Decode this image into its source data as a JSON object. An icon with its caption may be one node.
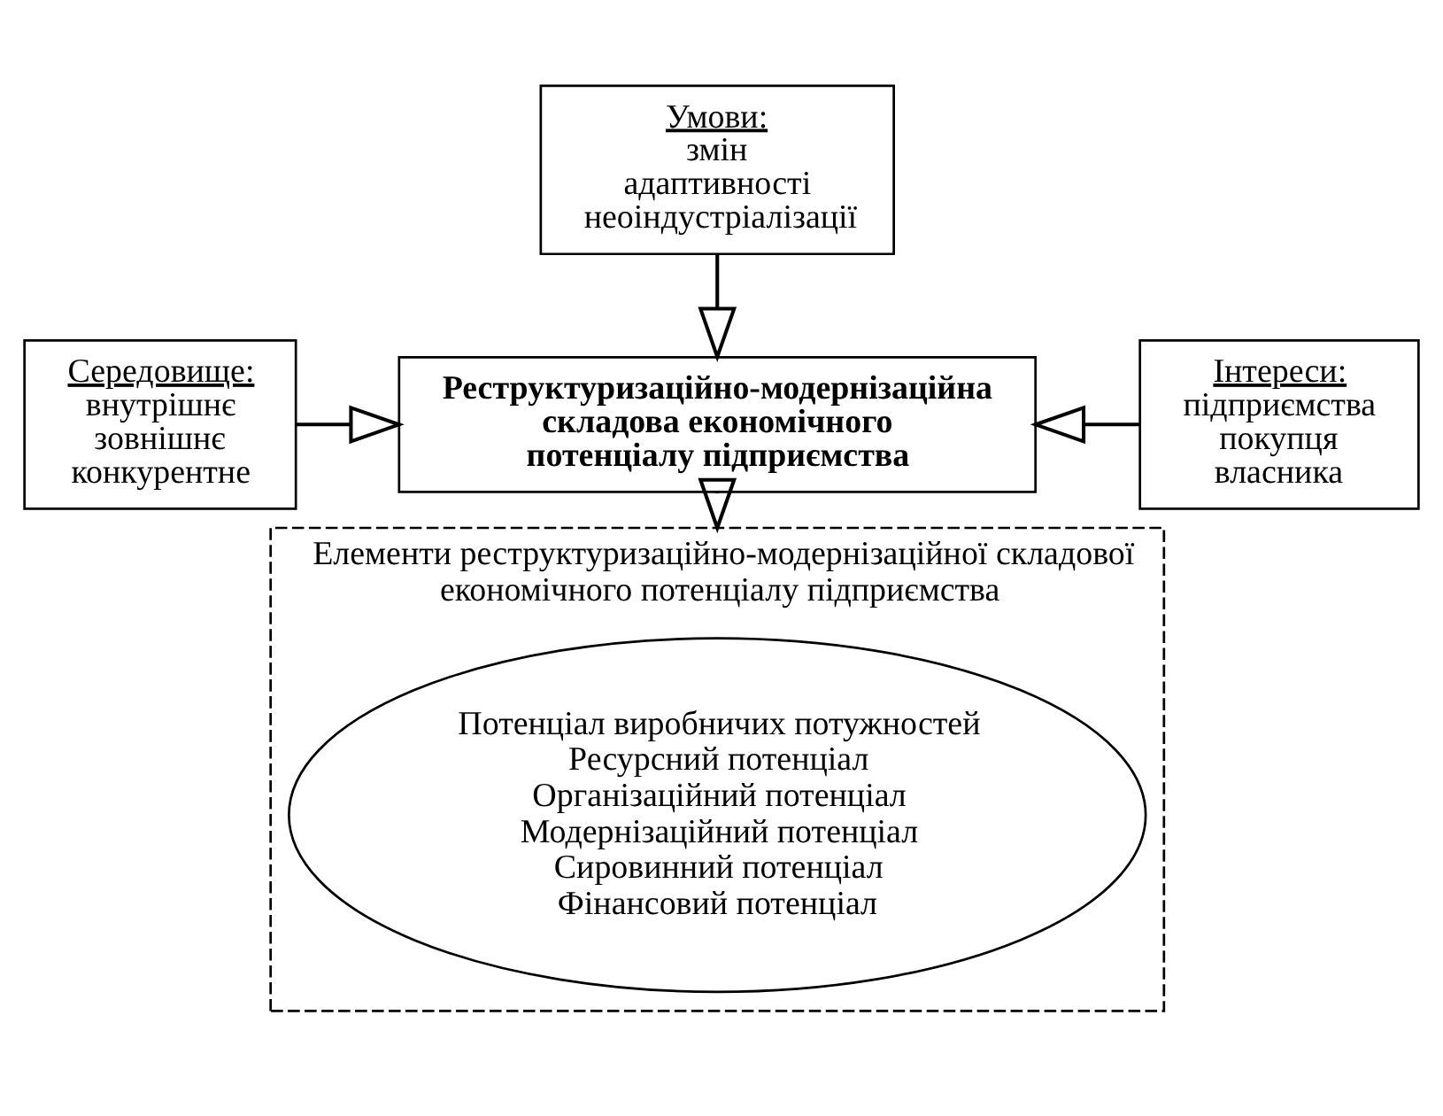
{
  "diagram": {
    "nodes": [
      {
        "text": [
          "Умови:",
          "змін адаптивності неоіндустріалізації"
        ]
      },
      {
        "text": [
          "Середовище:",
          "внутрішнє зовнішнє конкурентне"
        ]
      },
      {
        "text": [
          "Реструктуризаційно-модернізаційна складова економічного потенціалу підприємства"
        ]
      },
      {
        "text": [
          "Інтереси:",
          "підприємства покупця власника"
        ]
      },
      {
        "text": [
          "Елементи реструктуризаційно-модернізаційної складової економічного потенціалу підприємства"
        ]
      },
      {
        "text": [
          "Потенціал виробничих потужностей",
          "Ресурсний потенціал",
          "Організаційний потенціал",
          "Модернізаційний потенціал",
          "Сировинний потенціал",
          "Фінансовий потенціал"
        ],
        "in": 4
      }
    ],
    "edges": [
      {
        "from": 0,
        "to": 2,
        "arrow": "to"
      },
      {
        "from": 1,
        "to": 2,
        "arrow": "to"
      },
      {
        "from": 3,
        "to": 2,
        "arrow": "to"
      },
      {
        "from": 2,
        "to": 4,
        "arrow": "to"
      }
    ]
  }
}
